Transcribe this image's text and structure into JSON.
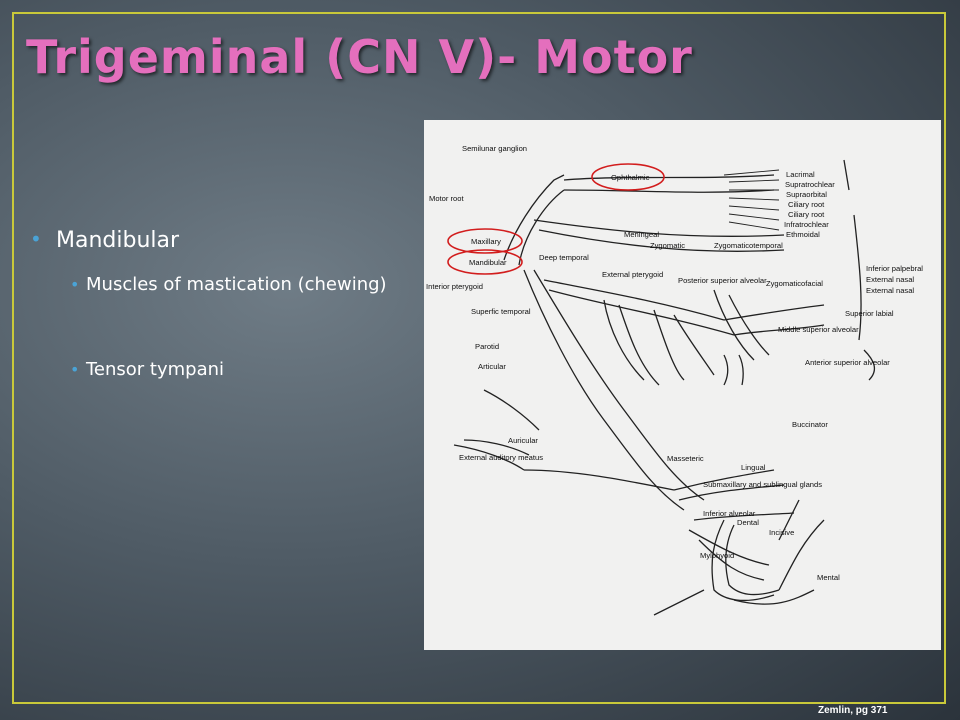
{
  "slide": {
    "title": "Trigeminal (CN V)- Motor",
    "bullets": {
      "level1": "Mandibular",
      "level2": [
        "Muscles of mastication (chewing)",
        "Tensor tympani"
      ]
    },
    "citation": "Zemlin, pg 371"
  },
  "figure": {
    "labels": {
      "semilunar_ganglion": "Semilunar ganglion",
      "motor_root": "Motor root",
      "ophthalmic": "Ophthalmic",
      "maxillary": "Maxillary",
      "mandibular": "Mandibular",
      "meningeal": "Meningeal",
      "zygomatic": "Zygomatic",
      "zygomaticotemporal": "Zygomaticotemporal",
      "zygomaticofacial": "Zygomaticofacial",
      "lacrimal": "Lacrimal",
      "supratrochlear": "Supratrochlear",
      "supraorbital": "Supraorbital",
      "ciliary_root_1": "Ciliary root",
      "ciliary_root_2": "Ciliary root",
      "infratrochlear": "Infratrochlear",
      "ethmoidal": "Ethmoidal",
      "deep_temporal": "Deep temporal",
      "external_pterygoid": "External pterygoid",
      "interior_pterygoid": "Interior pterygoid",
      "inferior_palpebral": "Inferior palpebral",
      "external_nasal_1": "External nasal",
      "external_nasal_2": "External nasal",
      "superfic_temporal": "Superfic temporal",
      "posterior_superior_alveolar": "Posterior superior alveolar",
      "superior_labial": "Superior labial",
      "parotid": "Parotid",
      "middle_superior_alveolar": "Middle superior alveolar",
      "articular": "Articular",
      "anterior_superior_alveolar": "Anterior superior alveolar",
      "buccinator": "Buccinator",
      "auricular": "Auricular",
      "external_auditory_meatus": "External auditory meatus",
      "masseteric": "Masseteric",
      "lingual": "Lingual",
      "submaxillary": "Submaxillary and sublingual glands",
      "inferior_alveolar": "Inferior alveolar",
      "dental": "Dental",
      "incisive": "Incisive",
      "mylohyoid": "Mylohyoid",
      "mental": "Mental"
    },
    "highlight_color": "#d21d1d"
  }
}
